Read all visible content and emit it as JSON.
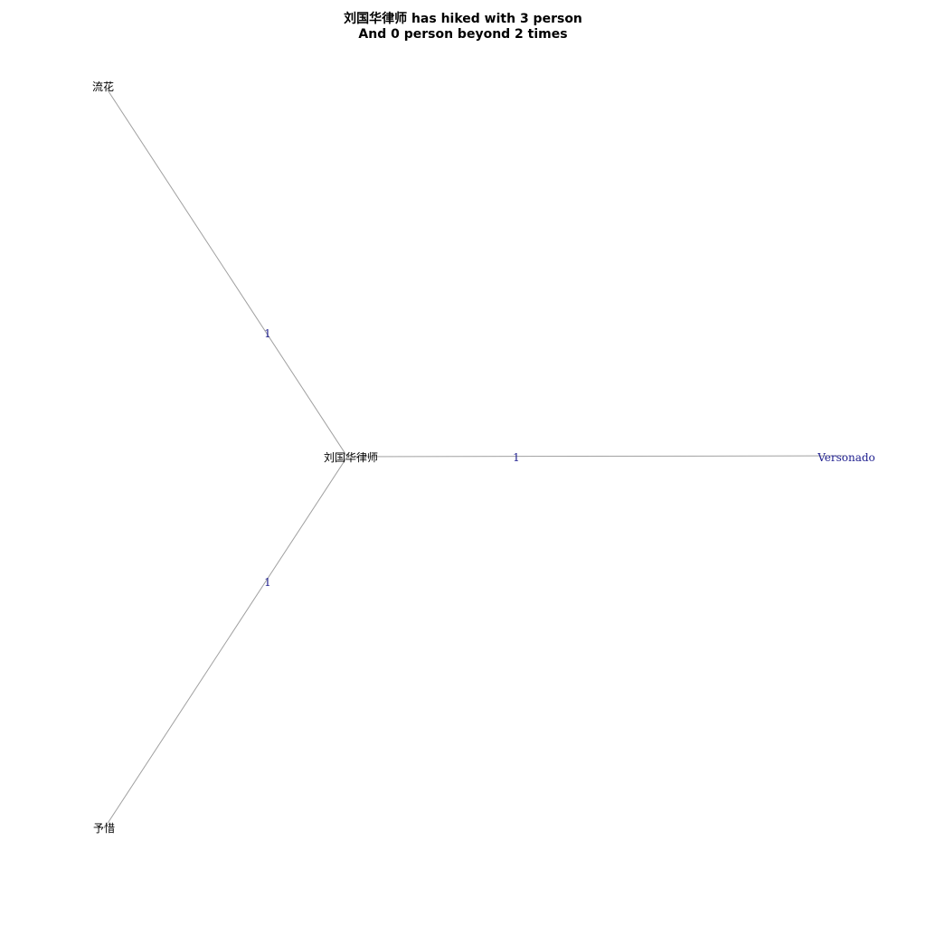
{
  "title": {
    "line1": "刘国华律师 has hiked with 3 person",
    "line2": "And 0 person beyond 2 times"
  },
  "graph": {
    "center": "刘国华律师",
    "nodes": [
      {
        "id": "center",
        "label": "刘国华律师",
        "script": "cjk"
      },
      {
        "id": "liuhua",
        "label": "流花",
        "script": "cjk"
      },
      {
        "id": "versonado",
        "label": "Versonado",
        "script": "latin"
      },
      {
        "id": "yuxi",
        "label": "予惜",
        "script": "cjk"
      }
    ],
    "edges": [
      {
        "from": "center",
        "to": "liuhua",
        "weight": "1"
      },
      {
        "from": "center",
        "to": "versonado",
        "weight": "1"
      },
      {
        "from": "center",
        "to": "yuxi",
        "weight": "1"
      }
    ]
  },
  "colors": {
    "edge": "#a0a0a0",
    "edge_label": "#1f1f8f",
    "node_label": "#000000",
    "background": "#ffffff"
  }
}
